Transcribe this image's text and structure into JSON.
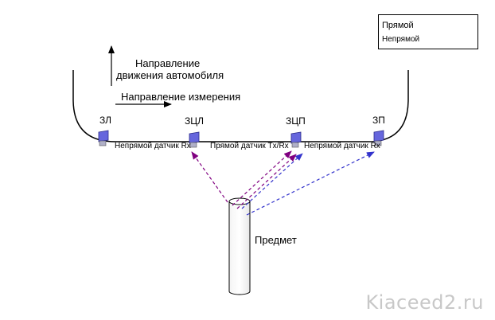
{
  "legend": {
    "direct_label": "Прямой",
    "indirect_label": "Непрямой"
  },
  "labels": {
    "vehicle_direction": "Направление\nдвижения автомобиля",
    "vehicle_direction_line1": "Направление",
    "vehicle_direction_line2": "движения автомобиля",
    "measurement_direction": "Направление измерения",
    "object": "Предмет"
  },
  "sensors": {
    "rear_left": "ЗЛ",
    "rear_center_left": "ЗЦЛ",
    "rear_center_right": "ЗЦП",
    "rear_right": "ЗП"
  },
  "segments": {
    "left": "Непрямой датчик Rx",
    "middle": "Прямой датчик Tx/Rx",
    "right": "Непрямой датчик Rx"
  },
  "watermark": "Kiaceed2.ru",
  "colors": {
    "direct": "#800080",
    "indirect": "#3333cc",
    "sensor": "#6666dd"
  }
}
